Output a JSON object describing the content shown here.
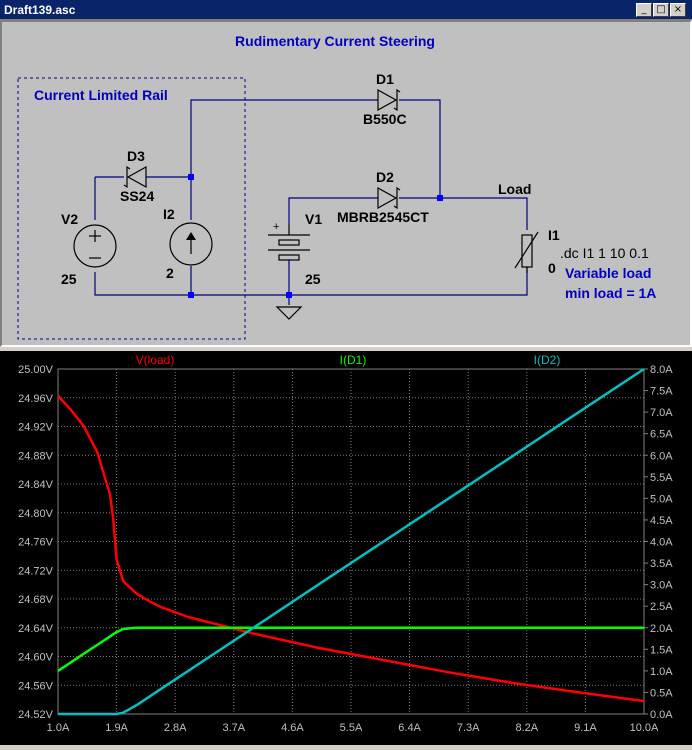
{
  "window": {
    "title": "Draft139.asc",
    "buttons": {
      "minimize": "_",
      "maximize": "□",
      "close": "×"
    }
  },
  "schematic": {
    "title": "Rudimentary Current Steering",
    "box_label": "Current Limited Rail",
    "components": {
      "d1": {
        "ref": "D1",
        "value": "B550C"
      },
      "d2": {
        "ref": "D2",
        "value": "MBRB2545CT"
      },
      "d3": {
        "ref": "D3",
        "value": "SS24"
      },
      "v1": {
        "ref": "V1",
        "value": "25"
      },
      "v2": {
        "ref": "V2",
        "value": "25"
      },
      "i1": {
        "ref": "I1",
        "value": "0"
      },
      "i2": {
        "ref": "I2",
        "value": "2"
      }
    },
    "net_label": "Load",
    "directive": ".dc I1 1 10 0.1",
    "comment_line1": "Variable load",
    "comment_line2": "min load = 1A",
    "colors": {
      "wire": "#000080",
      "text": "#000000",
      "comment": "#0000c0",
      "node": "#0000ff"
    }
  },
  "chart_data": {
    "type": "line",
    "x": [
      1.0,
      1.2,
      1.4,
      1.6,
      1.8,
      1.85,
      1.9,
      2.0,
      2.2,
      2.4,
      2.6,
      3.0,
      4.0,
      5.0,
      6.0,
      7.0,
      8.0,
      9.0,
      10.0
    ],
    "series": [
      {
        "name": "V(load)",
        "axis": "left",
        "color": "#ff0000",
        "values": [
          24.963,
          24.943,
          24.92,
          24.885,
          24.825,
          24.79,
          24.735,
          24.705,
          24.688,
          24.677,
          24.668,
          24.655,
          24.632,
          24.612,
          24.595,
          24.578,
          24.563,
          24.55,
          24.538
        ]
      },
      {
        "name": "I(D1)",
        "axis": "right",
        "color": "#00ff00",
        "values": [
          1.0,
          1.2,
          1.4,
          1.6,
          1.8,
          1.85,
          1.9,
          1.97,
          2.0,
          2.0,
          2.0,
          2.0,
          2.0,
          2.0,
          2.0,
          2.0,
          2.0,
          2.0,
          2.0
        ]
      },
      {
        "name": "I(D2)",
        "axis": "right",
        "color": "#00c0c0",
        "values": [
          0.0,
          0.0,
          0.0,
          0.0,
          0.0,
          0.0,
          0.0,
          0.03,
          0.2,
          0.4,
          0.6,
          1.0,
          2.0,
          3.0,
          4.0,
          5.0,
          6.0,
          7.0,
          8.0
        ]
      }
    ],
    "xlim": [
      1.0,
      10.0
    ],
    "ylim_left": [
      24.52,
      25.0
    ],
    "ylim_right": [
      0.0,
      8.0
    ],
    "x_ticks": [
      "1.0A",
      "1.9A",
      "2.8A",
      "3.7A",
      "4.6A",
      "5.5A",
      "6.4A",
      "7.3A",
      "8.2A",
      "9.1A",
      "10.0A"
    ],
    "y_left_ticks": [
      "25.00V",
      "24.96V",
      "24.92V",
      "24.88V",
      "24.84V",
      "24.80V",
      "24.76V",
      "24.72V",
      "24.68V",
      "24.64V",
      "24.60V",
      "24.56V",
      "24.52V"
    ],
    "y_right_ticks": [
      "8.0A",
      "7.5A",
      "7.0A",
      "6.5A",
      "6.0A",
      "5.5A",
      "5.0A",
      "4.5A",
      "4.0A",
      "3.5A",
      "3.0A",
      "2.5A",
      "2.0A",
      "1.5A",
      "1.0A",
      "0.5A",
      "0.0A"
    ],
    "grid": true,
    "colors": {
      "background": "#000000",
      "grid": "#808080",
      "axis_text": "#c0c0c0"
    }
  }
}
